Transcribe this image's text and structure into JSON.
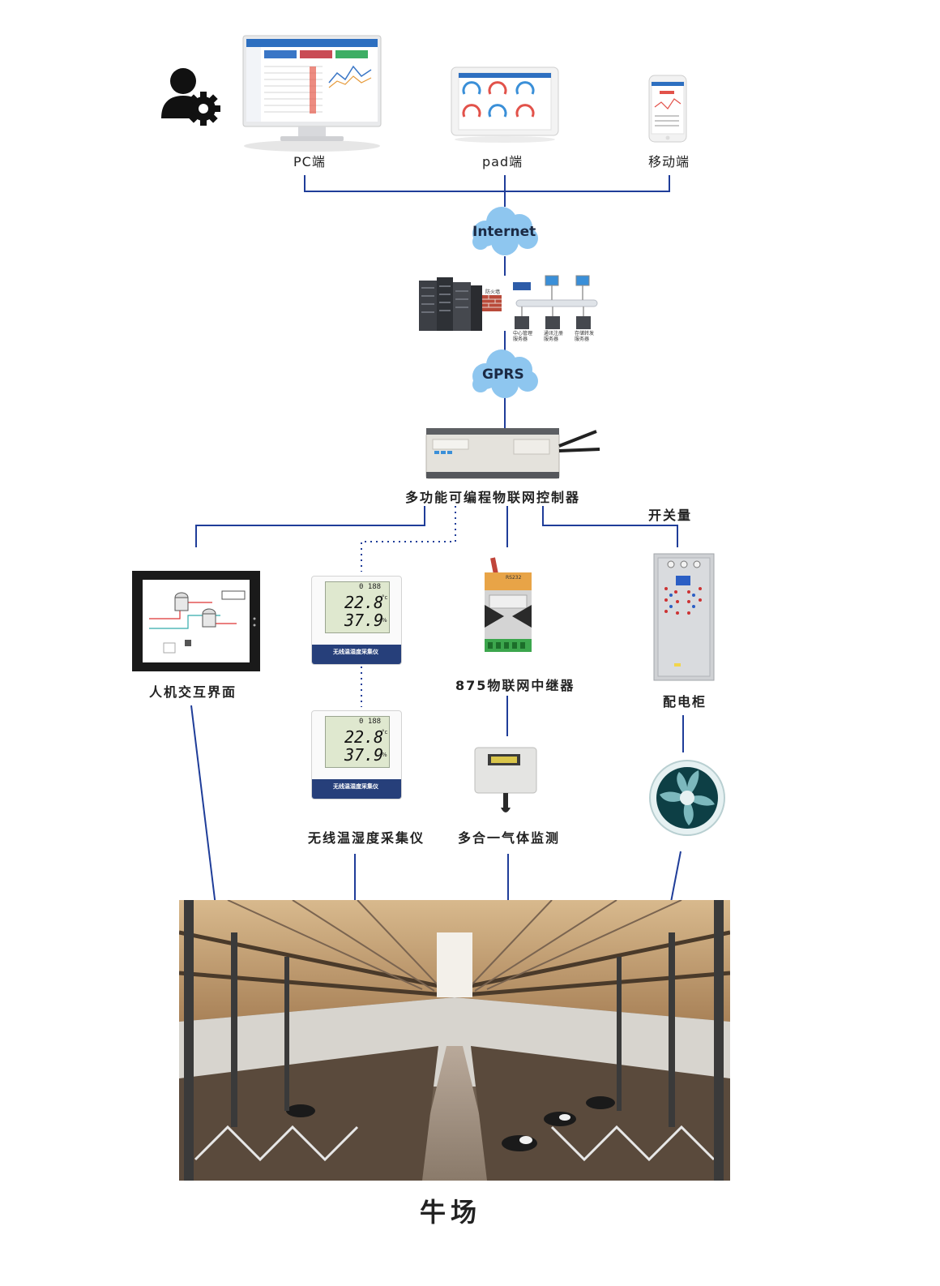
{
  "clients": {
    "pc": "PC端",
    "pad": "pad端",
    "mobile": "移动端"
  },
  "network": {
    "internet": "Internet",
    "gprs": "GPRS",
    "firewall": "防火墙",
    "servers": [
      "中心管理\n服务器",
      "通讯注册\n服务器",
      "存储转发\n服务器"
    ]
  },
  "controller": {
    "label": "多功能可编程物联网控制器",
    "switch_label": "开关量"
  },
  "devices": {
    "hmi": "人机交互界面",
    "sensor_label": "无线温湿度采集仪",
    "sensor_temp": "22.8",
    "sensor_temp_unit": "°c",
    "sensor_hum": "37.9",
    "sensor_hum_unit": "%",
    "sensor_id": "0 188",
    "sensor_brand": "无线温湿度采集仪",
    "relay_label": "875物联网中继器",
    "relay_tag": "RS232",
    "gas_label": "多合一气体监测",
    "cabinet_label": "配电柜"
  },
  "site": {
    "title": "牛场"
  },
  "colors": {
    "line": "#1f3d99",
    "cloud": "#8ec6ef",
    "sensor_band": "#263f7a"
  }
}
